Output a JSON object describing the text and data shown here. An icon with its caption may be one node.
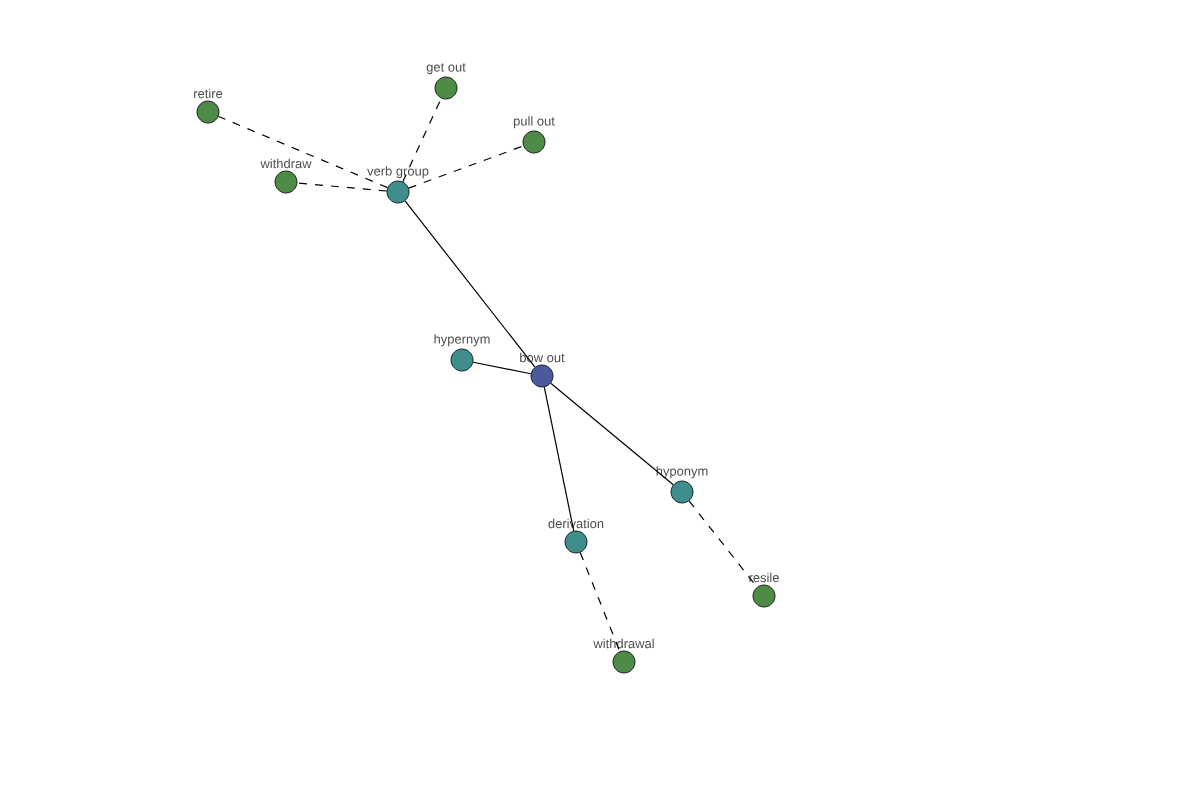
{
  "diagram": {
    "nodes": [
      {
        "text": [
          "bow out"
        ]
      },
      {
        "text": [
          "verb group"
        ]
      },
      {
        "text": [
          "hypernym"
        ]
      },
      {
        "text": [
          "hyponym"
        ]
      },
      {
        "text": [
          "derivation"
        ]
      },
      {
        "text": [
          "retire"
        ]
      },
      {
        "text": [
          "withdraw"
        ]
      },
      {
        "text": [
          "get out"
        ]
      },
      {
        "text": [
          "pull out"
        ]
      },
      {
        "text": [
          "resile"
        ]
      },
      {
        "text": [
          "withdrawal"
        ]
      }
    ],
    "edges": [
      {
        "from": 0,
        "to": 1,
        "arrow": "none"
      },
      {
        "from": 0,
        "to": 2,
        "arrow": "none"
      },
      {
        "from": 0,
        "to": 3,
        "arrow": "none"
      },
      {
        "from": 0,
        "to": 4,
        "arrow": "none"
      },
      {
        "from": 1,
        "to": 5,
        "arrow": "none",
        "style": "dashed"
      },
      {
        "from": 1,
        "to": 6,
        "arrow": "none",
        "style": "dashed"
      },
      {
        "from": 1,
        "to": 7,
        "arrow": "none",
        "style": "dashed"
      },
      {
        "from": 1,
        "to": 8,
        "arrow": "none",
        "style": "dashed"
      },
      {
        "from": 3,
        "to": 9,
        "arrow": "none",
        "style": "dashed"
      },
      {
        "from": 4,
        "to": 10,
        "arrow": "none",
        "style": "dashed"
      }
    ]
  }
}
